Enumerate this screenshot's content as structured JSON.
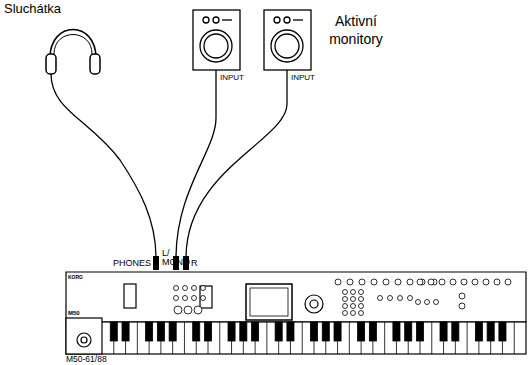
{
  "diagram": {
    "caption": "M50-61/88",
    "labels": [
      "Sluchátka",
      "Aktivní monitory",
      "INPUT",
      "INPUT",
      "PHONES",
      "L/ MONO",
      "R",
      "KORG",
      "M50"
    ]
  }
}
